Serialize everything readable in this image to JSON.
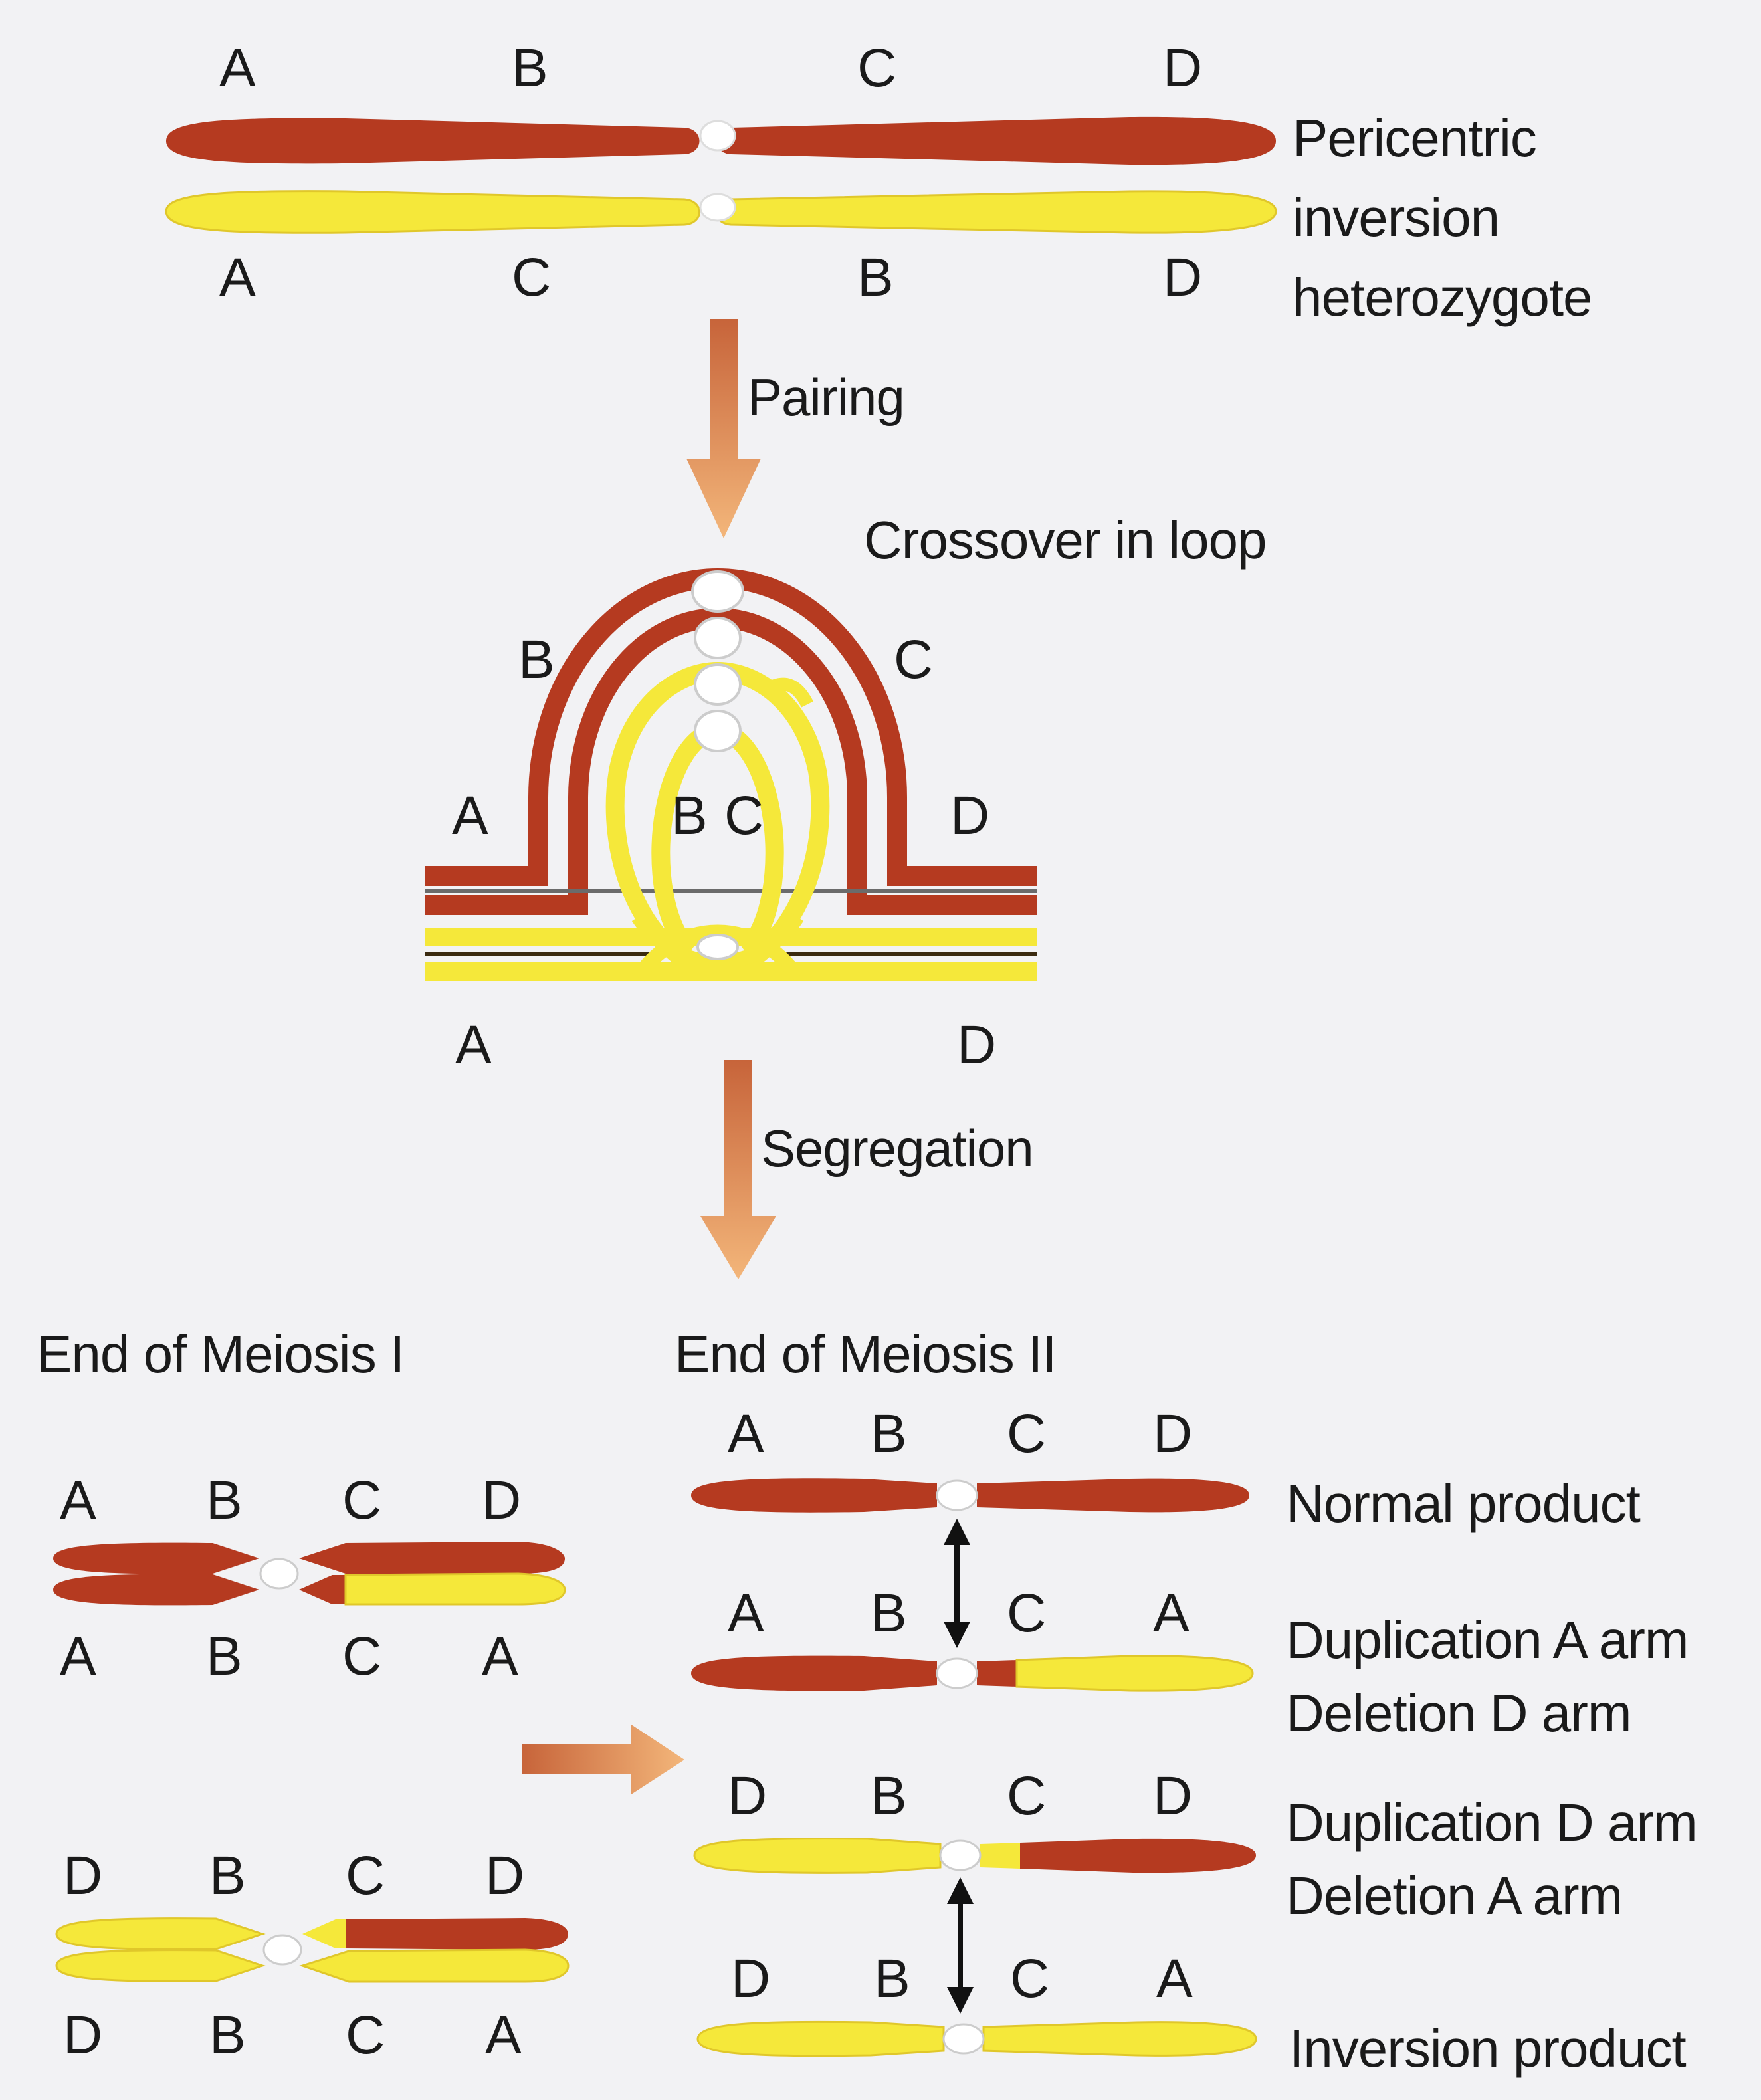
{
  "colors": {
    "background": "#f2f2f4",
    "red_chromatid": "#b53a20",
    "yellow_chromatid": "#f5e83a",
    "centromere": "#ffffff",
    "arrow_gradient_top": "#c7643a",
    "arrow_gradient_bottom": "#f3b67a"
  },
  "top": {
    "genes_top": [
      "A",
      "B",
      "C",
      "D"
    ],
    "genes_bottom": [
      "A",
      "C",
      "B",
      "D"
    ],
    "caption_lines": [
      "Pericentric",
      "inversion",
      "heterozygote"
    ]
  },
  "steps": {
    "pairing": "Pairing",
    "segregation": "Segregation"
  },
  "loop": {
    "title": "Crossover in loop",
    "label_b": "B",
    "label_c": "C",
    "label_a": "A",
    "label_d": "D",
    "label_inner_b": "B",
    "label_inner_c": "C",
    "label_bottom_a": "A",
    "label_bottom_d": "D"
  },
  "meiosis1": {
    "title": "End of Meiosis I",
    "pair1_top": [
      "A",
      "B",
      "C",
      "D"
    ],
    "pair1_bottom": [
      "A",
      "B",
      "C",
      "A"
    ],
    "pair2_top": [
      "D",
      "B",
      "C",
      "D"
    ],
    "pair2_bottom": [
      "D",
      "B",
      "C",
      "A"
    ]
  },
  "meiosis2": {
    "title": "End of Meiosis II",
    "products": [
      {
        "genes": [
          "A",
          "B",
          "C",
          "D"
        ],
        "caption": [
          "Normal product"
        ]
      },
      {
        "genes": [
          "A",
          "B",
          "C",
          "A"
        ],
        "caption": [
          "Duplication A arm",
          "Deletion D arm"
        ]
      },
      {
        "genes": [
          "D",
          "B",
          "C",
          "D"
        ],
        "caption": [
          "Duplication D arm",
          "Deletion A arm"
        ]
      },
      {
        "genes": [
          "D",
          "B",
          "C",
          "A"
        ],
        "caption": [
          "Inversion product"
        ]
      }
    ]
  }
}
